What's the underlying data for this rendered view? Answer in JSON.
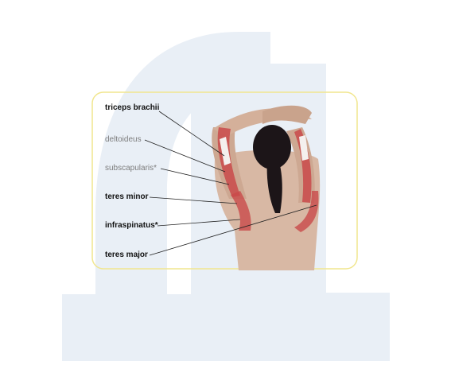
{
  "colors": {
    "watermark": "#e9eff6",
    "frame": "#f1e68e",
    "muscle": "#c94a4a",
    "skin": "#d8b8a4",
    "hair": "#1c1518",
    "bold_label": "#111111",
    "light_label": "#7d7d7d",
    "leader_line": "#222222"
  },
  "watermark": {
    "kind": "logo",
    "text": "ft"
  },
  "labels": [
    {
      "text": "triceps brachii",
      "style": "bold"
    },
    {
      "text": "deltoideus",
      "style": "light"
    },
    {
      "text": "subscapularis*",
      "style": "light"
    },
    {
      "text": "teres minor",
      "style": "bold"
    },
    {
      "text": "infraspinatus*",
      "style": "bold"
    },
    {
      "text": "teres major",
      "style": "bold"
    }
  ],
  "illustration": {
    "subject": "back-view-overhead-triceps-stretch",
    "icon": "anatomy-figure"
  }
}
